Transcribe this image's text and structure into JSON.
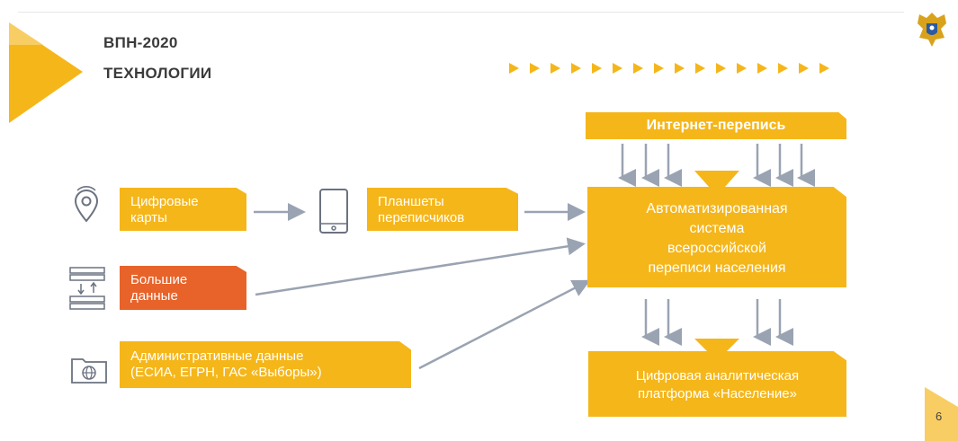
{
  "header": {
    "title_line1": "ВПН-2020",
    "title_line2": "ТЕХНОЛОГИИ"
  },
  "sources": {
    "digital_maps": "Цифровые\nкарты",
    "tablets": "Планшеты\nпереписчиков",
    "big_data": "Большие\nданные",
    "admin_data": "Административные данные\n(ЕСИА, ЕГРН, ГАС «Выборы»)"
  },
  "internet_census": "Интернет-перепись",
  "system": "Автоматизированная\nсистема\nвсероссийской\nпереписи населения",
  "platform": "Цифровая аналитическая\nплатформа «Население»",
  "page_number": "6",
  "colors": {
    "accent_yellow": "#f5b61a",
    "accent_orange": "#e8632a",
    "arrow_gray": "#9aa3b2",
    "title_text": "#3a3a3a"
  },
  "icons": [
    "map-pin-icon",
    "tablet-icon",
    "server-icon",
    "folder-globe-icon",
    "emblem-icon"
  ]
}
